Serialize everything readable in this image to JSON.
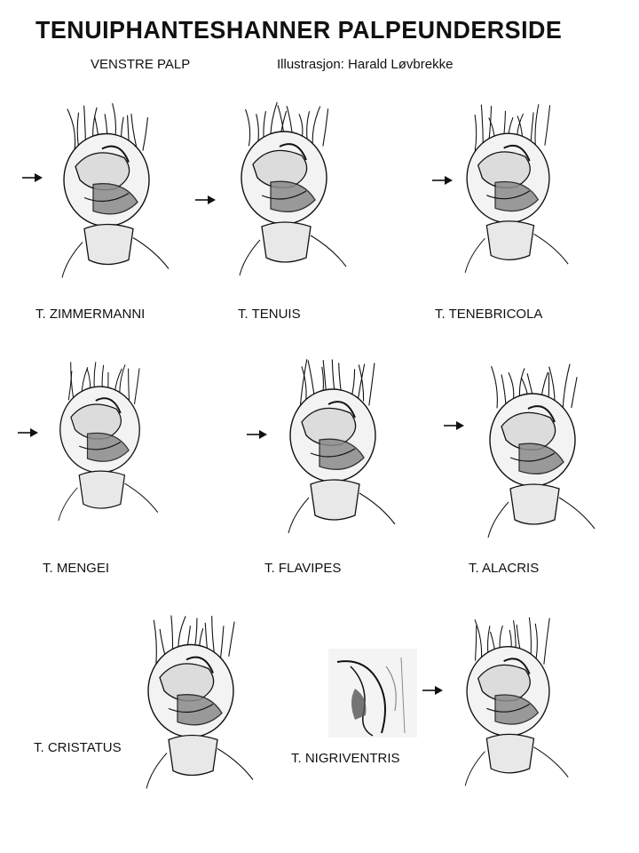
{
  "header": {
    "title": "TENUIPHANTESHANNER  PALPEUNDERSIDE",
    "palp_label": "VENSTRE PALP",
    "credit": "Illustrasjon: Harald Løvbrekke"
  },
  "species": [
    {
      "label": "T. ZIMMERMANNI"
    },
    {
      "label": "T. TENUIS"
    },
    {
      "label": "T. TENEBRICOLA"
    },
    {
      "label": "T. MENGEI"
    },
    {
      "label": "T. FLAVIPES"
    },
    {
      "label": "T. ALACRIS"
    },
    {
      "label": "T. CRISTATUS"
    },
    {
      "label": "T. NIGRIVENTRIS"
    }
  ],
  "icons": {
    "arrow": "arrow-right-icon"
  },
  "colors": {
    "ink": "#111111",
    "shade": "#8a8a8a",
    "paper": "#ffffff"
  }
}
